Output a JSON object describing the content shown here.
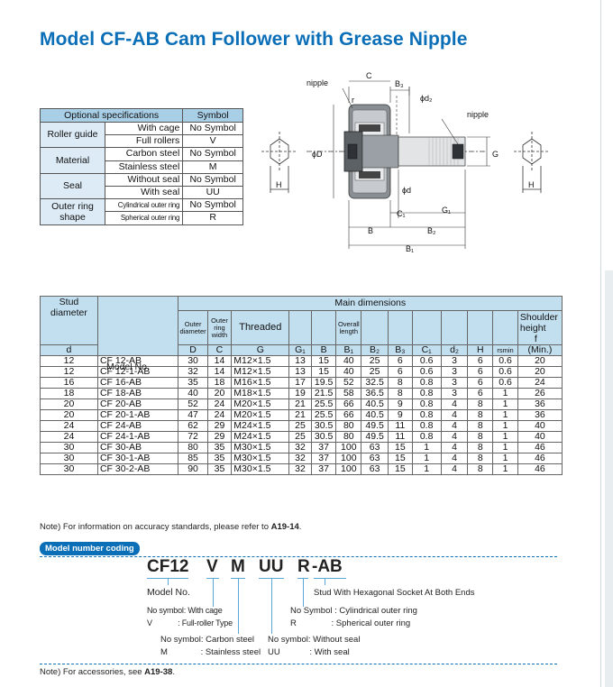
{
  "title": "Model CF-AB Cam Follower with Grease Nipple",
  "optional_specs": {
    "header": [
      "Optional specifications",
      "Symbol"
    ],
    "groups": [
      {
        "name": "Roller guide",
        "items": [
          {
            "item": "With cage",
            "symbol": "No Symbol"
          },
          {
            "item": "Full rollers",
            "symbol": "V"
          }
        ]
      },
      {
        "name": "Material",
        "items": [
          {
            "item": "Carbon steel",
            "symbol": "No Symbol"
          },
          {
            "item": "Stainless steel",
            "symbol": "M"
          }
        ]
      },
      {
        "name": "Seal",
        "items": [
          {
            "item": "Without seal",
            "symbol": "No Symbol"
          },
          {
            "item": "With seal",
            "symbol": "UU"
          }
        ]
      },
      {
        "name": "Outer ring shape",
        "items": [
          {
            "item": "Cylindrical outer ring",
            "symbol": "No Symbol"
          },
          {
            "item": "Spherical outer ring",
            "symbol": "R"
          }
        ]
      }
    ]
  },
  "diagram": {
    "labels": {
      "nipple_left": "nipple",
      "nipple_right": "nipple",
      "C": "C",
      "B3": "B₃",
      "d2": "ϕd₂",
      "r": "r",
      "D": "ϕD",
      "d": "ϕd",
      "G": "G",
      "H": "H",
      "C1": "C₁",
      "G1": "G₁",
      "B": "B",
      "B2": "B₂",
      "B1": "B₁"
    }
  },
  "dims": {
    "header": {
      "stud_diameter": "Stud diameter",
      "main_dimensions": "Main dimensions",
      "outer_diameter": "Outer diameter",
      "outer_ring_width": "Outer ring width",
      "threaded": "Threaded",
      "overall_length": "Overall length",
      "shoulder_height": "Shoulder height",
      "f": "f",
      "d": "d",
      "model_no": "Model No.",
      "D": "D",
      "C": "C",
      "G": "G",
      "G1": "G₁",
      "B": "B",
      "B1": "B₁",
      "B2": "B₂",
      "B3": "B₃",
      "C1": "C₁",
      "d2": "d₂",
      "H": "H",
      "rmin": "rsmin",
      "min": "(Min.)"
    },
    "rows": [
      [
        "12",
        "CF 12-AB",
        "30",
        "14",
        "M12×1.5",
        "13",
        "15",
        "40",
        "25",
        "6",
        "0.6",
        "3",
        "6",
        "0.6",
        "20"
      ],
      [
        "12",
        "CF 12-1-AB",
        "32",
        "14",
        "M12×1.5",
        "13",
        "15",
        "40",
        "25",
        "6",
        "0.6",
        "3",
        "6",
        "0.6",
        "20"
      ],
      [
        "16",
        "CF 16-AB",
        "35",
        "18",
        "M16×1.5",
        "17",
        "19.5",
        "52",
        "32.5",
        "8",
        "0.8",
        "3",
        "6",
        "0.6",
        "24"
      ],
      [
        "18",
        "CF 18-AB",
        "40",
        "20",
        "M18×1.5",
        "19",
        "21.5",
        "58",
        "36.5",
        "8",
        "0.8",
        "3",
        "6",
        "1",
        "26"
      ],
      [
        "20",
        "CF 20-AB",
        "52",
        "24",
        "M20×1.5",
        "21",
        "25.5",
        "66",
        "40.5",
        "9",
        "0.8",
        "4",
        "8",
        "1",
        "36"
      ],
      [
        "20",
        "CF 20-1-AB",
        "47",
        "24",
        "M20×1.5",
        "21",
        "25.5",
        "66",
        "40.5",
        "9",
        "0.8",
        "4",
        "8",
        "1",
        "36"
      ],
      [
        "24",
        "CF 24-AB",
        "62",
        "29",
        "M24×1.5",
        "25",
        "30.5",
        "80",
        "49.5",
        "11",
        "0.8",
        "4",
        "8",
        "1",
        "40"
      ],
      [
        "24",
        "CF 24-1-AB",
        "72",
        "29",
        "M24×1.5",
        "25",
        "30.5",
        "80",
        "49.5",
        "11",
        "0.8",
        "4",
        "8",
        "1",
        "40"
      ],
      [
        "30",
        "CF 30-AB",
        "80",
        "35",
        "M30×1.5",
        "32",
        "37",
        "100",
        "63",
        "15",
        "1",
        "4",
        "8",
        "1",
        "46"
      ],
      [
        "30",
        "CF 30-1-AB",
        "85",
        "35",
        "M30×1.5",
        "32",
        "37",
        "100",
        "63",
        "15",
        "1",
        "4",
        "8",
        "1",
        "46"
      ],
      [
        "30",
        "CF 30-2-AB",
        "90",
        "35",
        "M30×1.5",
        "32",
        "37",
        "100",
        "63",
        "15",
        "1",
        "4",
        "8",
        "1",
        "46"
      ]
    ]
  },
  "note1": {
    "text": "Note) For information on accuracy standards, please refer to ",
    "ref": "A19-14",
    "end": "."
  },
  "coding": {
    "badge": "Model number coding",
    "parts": [
      "CF12",
      "V",
      "M",
      "UU",
      "R",
      "-AB"
    ],
    "model_no": "Model No.",
    "ab_desc": "Stud With Hexagonal Socket At Both Ends",
    "v_line1": "No symbol: With cage",
    "v_line2_sym": "V",
    "v_line2_desc": ": Full-roller Type",
    "r_line1": "No Symbol : Cylindrical outer ring",
    "r_line2_sym": "R",
    "r_line2_desc": ": Spherical outer ring",
    "m_line1": "No symbol: Carbon steel",
    "m_line2_sym": "M",
    "m_line2_desc": ": Stainless steel",
    "uu_line1": "No symbol: Without seal",
    "uu_line2_sym": "UU",
    "uu_line2_desc": ": With seal"
  },
  "note2": {
    "text": "Note) For accessories, see ",
    "ref": "A19-38",
    "end": "."
  }
}
